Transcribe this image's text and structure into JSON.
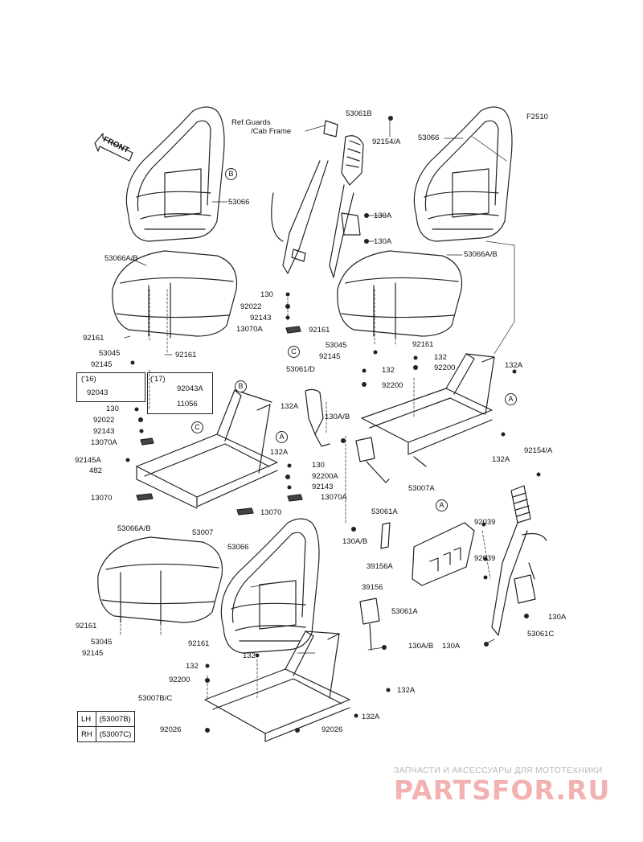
{
  "figure_code": "F2510",
  "ref_note": {
    "line1": "Ref.Guards",
    "line2": "/Cab Frame"
  },
  "front_label": "FRONT",
  "callouts": {
    "a": "A",
    "b": "B",
    "c": "C"
  },
  "year_notes": {
    "y16": "('16)",
    "y17": "('17)"
  },
  "parts": {
    "p53061B": "53061B",
    "p92154A": "92154/A",
    "p130A": "130A",
    "p53066": "53066",
    "p53066AB": "53066A/B",
    "p130": "130",
    "p92022": "92022",
    "p92143": "92143",
    "p13070A": "13070A",
    "p92161": "92161",
    "p53045": "53045",
    "p92145": "92145",
    "p132": "132",
    "p92200": "92200",
    "p132A": "132A",
    "p53061D": "53061/D",
    "p130AB": "130A/B",
    "p92043": "92043",
    "p92043A": "92043A",
    "p11056": "11056",
    "p92145A": "92145A",
    "p482": "482",
    "p13070": "13070",
    "p53007": "53007",
    "p92200A": "92200A",
    "p53007A": "53007A",
    "p53061A": "53061A",
    "p92039": "92039",
    "p39156A": "39156A",
    "p39156": "39156",
    "p53061C": "53061C",
    "p53007BC": "53007B/C",
    "p92026": "92026"
  },
  "side_table": {
    "lh": "LH",
    "lh_part": "(53007B)",
    "rh": "RH",
    "rh_part": "(53007C)"
  },
  "watermark": {
    "tagline": "ЗАПЧАСТИ И АКСЕССУАРЫ ДЛЯ МОТОТЕХНИКИ",
    "brand": "PARTSFOR.RU"
  }
}
